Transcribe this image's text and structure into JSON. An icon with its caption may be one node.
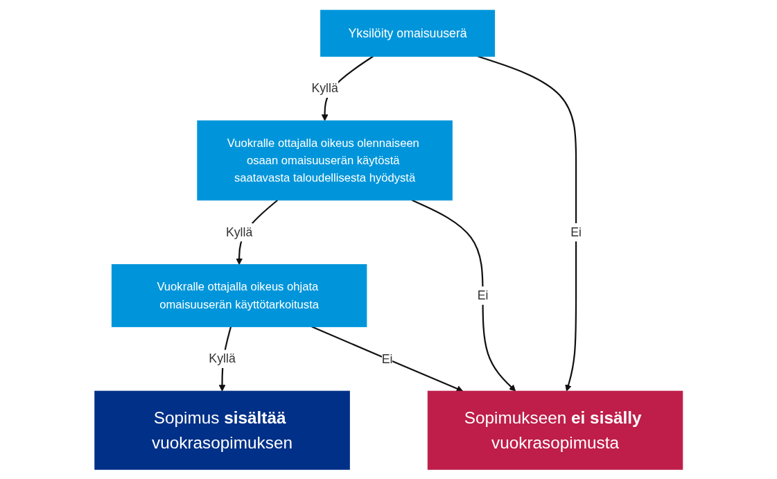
{
  "diagram": {
    "nodes": [
      {
        "text": [
          "Yksilöity omaisuuserä"
        ]
      },
      {
        "text": [
          "Vuokralle ottajalla oikeus olennaiseen osaan omaisuuserän käytöstä saatavasta taloudellisesta hyödystä"
        ]
      },
      {
        "text": [
          "Vuokralle ottajalla oikeus ohjata omaisuuserän käyttötarkoitusta"
        ]
      },
      {
        "text": [
          "Sopimus **sisältää** vuokrasopimuksen"
        ]
      },
      {
        "text": [
          "Sopimukseen **ei sisälly** vuokrasopimusta"
        ]
      }
    ],
    "edges": [
      {
        "from": 0,
        "to": 1,
        "arrow": "to",
        "label": "Kyllä"
      },
      {
        "from": 1,
        "to": 2,
        "arrow": "to",
        "label": "Kyllä"
      },
      {
        "from": 2,
        "to": 3,
        "arrow": "to",
        "label": "Kyllä"
      },
      {
        "from": 0,
        "to": 4,
        "arrow": "to",
        "label": "Ei"
      },
      {
        "from": 1,
        "to": 4,
        "arrow": "to",
        "label": "Ei"
      },
      {
        "from": 2,
        "to": 4,
        "arrow": "to",
        "label": "Ei"
      }
    ]
  }
}
